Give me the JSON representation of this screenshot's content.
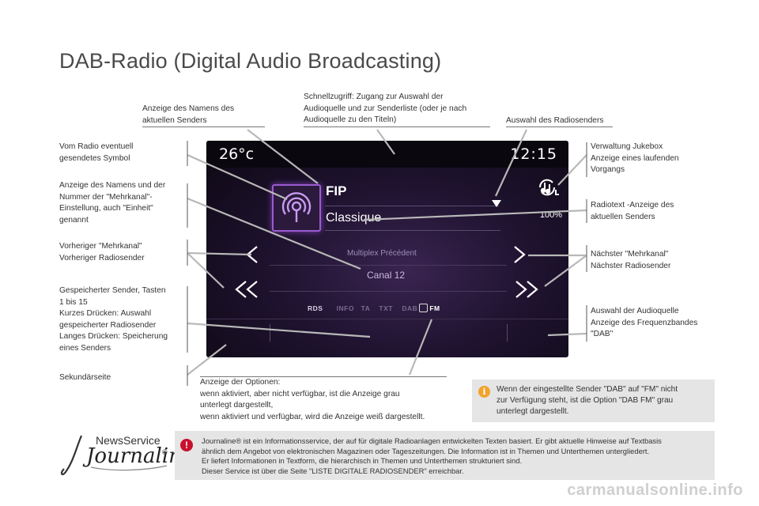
{
  "page": {
    "title": "DAB-Radio (Digital Audio Broadcasting)",
    "watermark": "carmanualsonline.info"
  },
  "labels": {
    "station_name": [
      "Anzeige des Namens des",
      "aktuellen Senders"
    ],
    "shortcut": [
      "Schnellzugriff: Zugang zur Auswahl der",
      "Audioquelle und zur Senderliste (oder je nach",
      "Audioquelle zu den Titeln)"
    ],
    "station_select": [
      "Auswahl des Radiosenders"
    ],
    "symbol": [
      "Vom Radio eventuell",
      "gesendetes Symbol"
    ],
    "multiplex_name": [
      "Anzeige des Namens und der",
      "Nummer der \"Mehrkanal\"-",
      "Einstellung, auch \"Einheit\"",
      "genannt"
    ],
    "prev": [
      "Vorheriger \"Mehrkanal\"",
      "Vorheriger Radiosender"
    ],
    "presets": [
      "Gespeicherter Sender, Tasten",
      "1 bis 15",
      "Kurzes Drücken: Auswahl",
      "gespeicherter Radiosender",
      "Langes Drücken: Speicherung",
      "eines Senders"
    ],
    "secondary": [
      "Sekundärseite"
    ],
    "jukebox": [
      "Verwaltung Jukebox",
      "Anzeige eines laufenden",
      "Vorgangs"
    ],
    "radiotext": [
      "Radiotext -Anzeige des",
      "aktuellen Senders"
    ],
    "next": [
      "Nächster \"Mehrkanal\"",
      "Nächster Radiosender"
    ],
    "source": [
      "Auswahl der Audioquelle",
      "Anzeige des Frequenzbandes",
      "\"DAB\""
    ],
    "options": [
      "Anzeige der Optionen:",
      "wenn aktiviert, aber nicht verfügbar, ist die Anzeige grau",
      "unterlegt dargestellt,",
      "wenn aktiviert und verfügbar, wird die Anzeige weiß dargestellt."
    ]
  },
  "screen": {
    "temperature": "26°c",
    "clock": "12:15",
    "station": "FIP",
    "genre": "Classique",
    "percent": "100%",
    "multiplex_prev": "Multiplex Précédent",
    "canal": "Canal 12",
    "bands": {
      "rds": "RDS",
      "info": "INFO",
      "ta": "TA",
      "txt": "TXT",
      "dab": "DAB",
      "fm": "FM"
    }
  },
  "info_note": [
    "Wenn der eingestellte Sender \"DAB\" auf \"FM\" nicht",
    "zur Verfügung steht, ist die Option \"DAB FM\" grau",
    "unterlegt dargestellt."
  ],
  "journaline": {
    "logo_top": "NewsService",
    "logo_main": "Journaline",
    "logo_mark": "®",
    "lines": [
      "Journaline® ist ein Informationsservice, der auf für digitale Radioanlagen entwickelten Texten basiert. Er gibt aktuelle Hinweise auf Textbasis",
      "ähnlich dem Angebot von elektronischen Magazinen oder Tageszeitungen. Die Information ist in Themen und Unterthemen untergliedert.",
      "Er liefert Informationen in Textform, die hierarchisch in Themen und Unterthemen strukturiert sind.",
      "Dieser Service ist über die Seite \"LISTE DIGITALE RADIOSENDER\" erreichbar."
    ]
  },
  "icons": {
    "info": "info-icon",
    "warning": "warning-icon"
  },
  "colors": {
    "accent_purple": "#9a5bd0",
    "info_orange": "#f1a32a",
    "warning_red": "#c8102e",
    "note_bg": "#e5e5e5"
  }
}
